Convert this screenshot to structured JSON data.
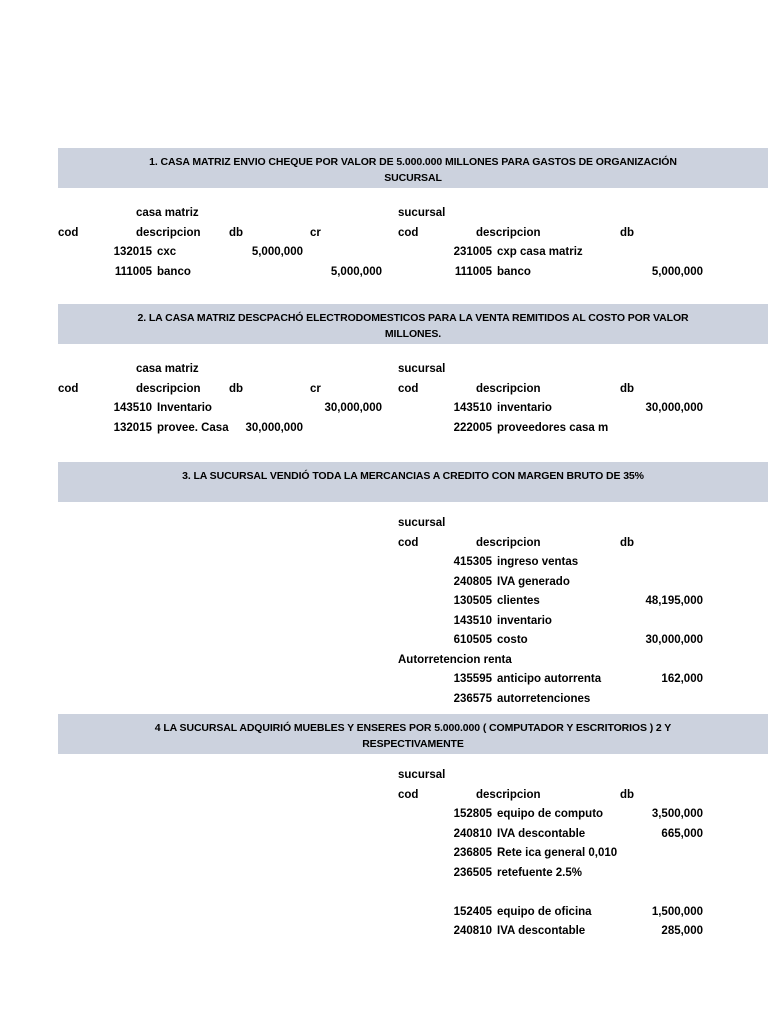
{
  "document": {
    "title": "Ejercicio contable casa matriz y sucursal",
    "band_color": "#ccd2de",
    "page_background": "#ffffff"
  },
  "sections": [
    {
      "id": "section-1",
      "heading_line1": "1. CASA MATRIZ ENVIO CHEQUE POR VALOR DE 5.000.000 MILLONES PARA GASTOS DE ORGANIZACIÓN",
      "heading_line2": "SUCURSAL",
      "left": {
        "entity": "casa matriz",
        "headers": {
          "cod": "cod",
          "descripcion": "descripcion",
          "db": "db",
          "cr": "cr"
        },
        "rows": [
          {
            "cod": "132015",
            "descripcion": "cxc",
            "db": "5,000,000",
            "cr": ""
          },
          {
            "cod": "111005",
            "descripcion": "banco",
            "db": "",
            "cr": "5,000,000"
          }
        ]
      },
      "right": {
        "entity": "sucursal",
        "headers": {
          "cod": "cod",
          "descripcion": "descripcion",
          "db": "db"
        },
        "rows": [
          {
            "cod": "231005",
            "descripcion": "cxp casa matriz",
            "db": ""
          },
          {
            "cod": "111005",
            "descripcion": "banco",
            "db": "5,000,000"
          }
        ]
      }
    },
    {
      "id": "section-2",
      "heading_line1": "2. LA CASA MATRIZ DESCPACHÓ ELECTRODOMESTICOS PARA LA VENTA REMITIDOS AL COSTO POR VALOR",
      "heading_line2": "MILLONES.",
      "left": {
        "entity": "casa matriz",
        "headers": {
          "cod": "cod",
          "descripcion": "descripcion",
          "db": "db",
          "cr": "cr"
        },
        "rows": [
          {
            "cod": "143510",
            "descripcion": "Inventario",
            "db": "",
            "cr": "30,000,000"
          },
          {
            "cod": "132015",
            "descripcion": "provee. Casa",
            "db": "30,000,000",
            "cr": ""
          }
        ]
      },
      "right": {
        "entity": "sucursal",
        "headers": {
          "cod": "cod",
          "descripcion": "descripcion",
          "db": "db"
        },
        "rows": [
          {
            "cod": "143510",
            "descripcion": "inventario",
            "db": "30,000,000"
          },
          {
            "cod": "222005",
            "descripcion": "proveedores casa m",
            "db": ""
          }
        ]
      }
    },
    {
      "id": "section-3",
      "heading_line1": "3. LA SUCURSAL VENDIÓ TODA LA MERCANCIAS A CREDITO CON MARGEN BRUTO DE 35%",
      "heading_line2": "",
      "left": null,
      "right": {
        "entity": "sucursal",
        "headers": {
          "cod": "cod",
          "descripcion": "descripcion",
          "db": "db"
        },
        "rows": [
          {
            "cod": "415305",
            "descripcion": "ingreso ventas",
            "db": ""
          },
          {
            "cod": "240805",
            "descripcion": "IVA generado",
            "db": ""
          },
          {
            "cod": "130505",
            "descripcion": "clientes",
            "db": "48,195,000"
          },
          {
            "cod": "143510",
            "descripcion": "inventario",
            "db": ""
          },
          {
            "cod": "610505",
            "descripcion": "costo",
            "db": "30,000,000"
          },
          {
            "group": "Autorretencion renta"
          },
          {
            "cod": "135595",
            "descripcion": "anticipo autorrenta",
            "db": "162,000"
          },
          {
            "cod": "236575",
            "descripcion": "autorretenciones",
            "db": ""
          }
        ]
      }
    },
    {
      "id": "section-4",
      "heading_line1": "4 LA SUCURSAL ADQUIRIÓ MUEBLES Y ENSERES POR 5.000.000 ( COMPUTADOR Y ESCRITORIOS ) 2 Y",
      "heading_line2": "RESPECTIVAMENTE",
      "left": null,
      "right": {
        "entity": "sucursal",
        "headers": {
          "cod": "cod",
          "descripcion": "descripcion",
          "db": "db"
        },
        "rows": [
          {
            "cod": "152805",
            "descripcion": "equipo de computo",
            "db": "3,500,000"
          },
          {
            "cod": "240810",
            "descripcion": "IVA descontable",
            "db": "665,000"
          },
          {
            "cod": "236805",
            "descripcion": "Rete ica general 0,010",
            "db": ""
          },
          {
            "cod": "236505",
            "descripcion": "retefuente 2.5%",
            "db": ""
          },
          {
            "spacer": true
          },
          {
            "cod": "152405",
            "descripcion": "equipo de oficina",
            "db": "1,500,000"
          },
          {
            "cod": "240810",
            "descripcion": "IVA descontable",
            "db": "285,000"
          }
        ]
      }
    }
  ]
}
